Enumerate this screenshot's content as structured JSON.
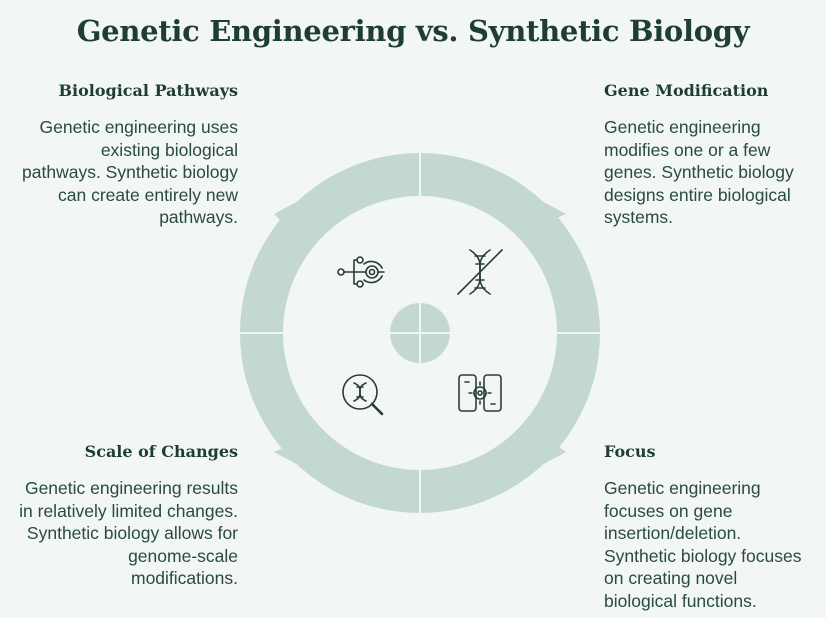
{
  "title": "Genetic Engineering vs. Synthetic Biology",
  "sections": {
    "top_left": {
      "heading": "Biological Pathways",
      "lines": [
        "Genetic engineering uses",
        "existing biological",
        "pathways. Synthetic biology",
        "can create entirely new",
        "pathways."
      ]
    },
    "top_right": {
      "heading": "Gene Modification",
      "lines": [
        "Genetic engineering",
        "modifies one or a few",
        "genes. Synthetic biology",
        "designs entire biological",
        "systems."
      ]
    },
    "bottom_left": {
      "heading": "Scale of Changes",
      "lines": [
        "Genetic engineering results",
        "in relatively limited changes.",
        "Synthetic biology allows for",
        "genome-scale",
        "modifications."
      ]
    },
    "bottom_right": {
      "heading": "Focus",
      "lines": [
        "Genetic engineering",
        "focuses on gene",
        "insertion/deletion.",
        "Synthetic biology focuses",
        "on creating novel",
        "biological functions."
      ]
    }
  },
  "colors": {
    "ring": "#c3d8d2",
    "icon": "#2b3d39",
    "background": "#f2f6f4"
  },
  "icons": {
    "top_left": "pathway-network-icon",
    "top_right": "crossed-dna-icon",
    "bottom_left": "dna-magnifier-icon",
    "bottom_right": "gene-module-icon"
  }
}
